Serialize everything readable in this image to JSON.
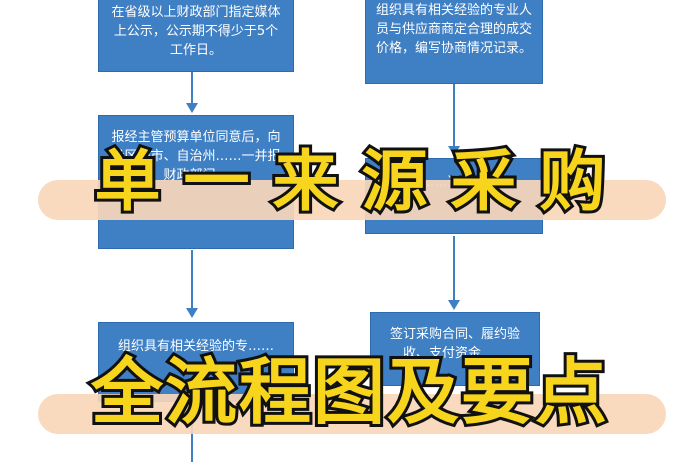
{
  "flowchart": {
    "left_boxes": [
      {
        "text": "在省级以上财政部门指定媒体上公示，公示期不得少于5个工作日。"
      },
      {
        "text": "报经主管预算单位同意后，向设区的市、自治州……一并报财政部门。"
      },
      {
        "text": "组织具有相关经验的专……"
      }
    ],
    "right_boxes": [
      {
        "text": "组织具有相关经验的专业人员与供应商商定合理的成交价格，编写协商情况记录。"
      },
      {
        "text": "……通……"
      },
      {
        "text": "签订采购合同、履约验收、支付资金……"
      }
    ]
  },
  "overlay": {
    "title_line1": "单 一 来 源 采 购",
    "title_line2": "全流程图及要点"
  },
  "colors": {
    "box_fill": "#3f7fc4",
    "band": "#f8d7b8",
    "title_fill": "#f7d51d",
    "title_stroke": "#111111"
  }
}
